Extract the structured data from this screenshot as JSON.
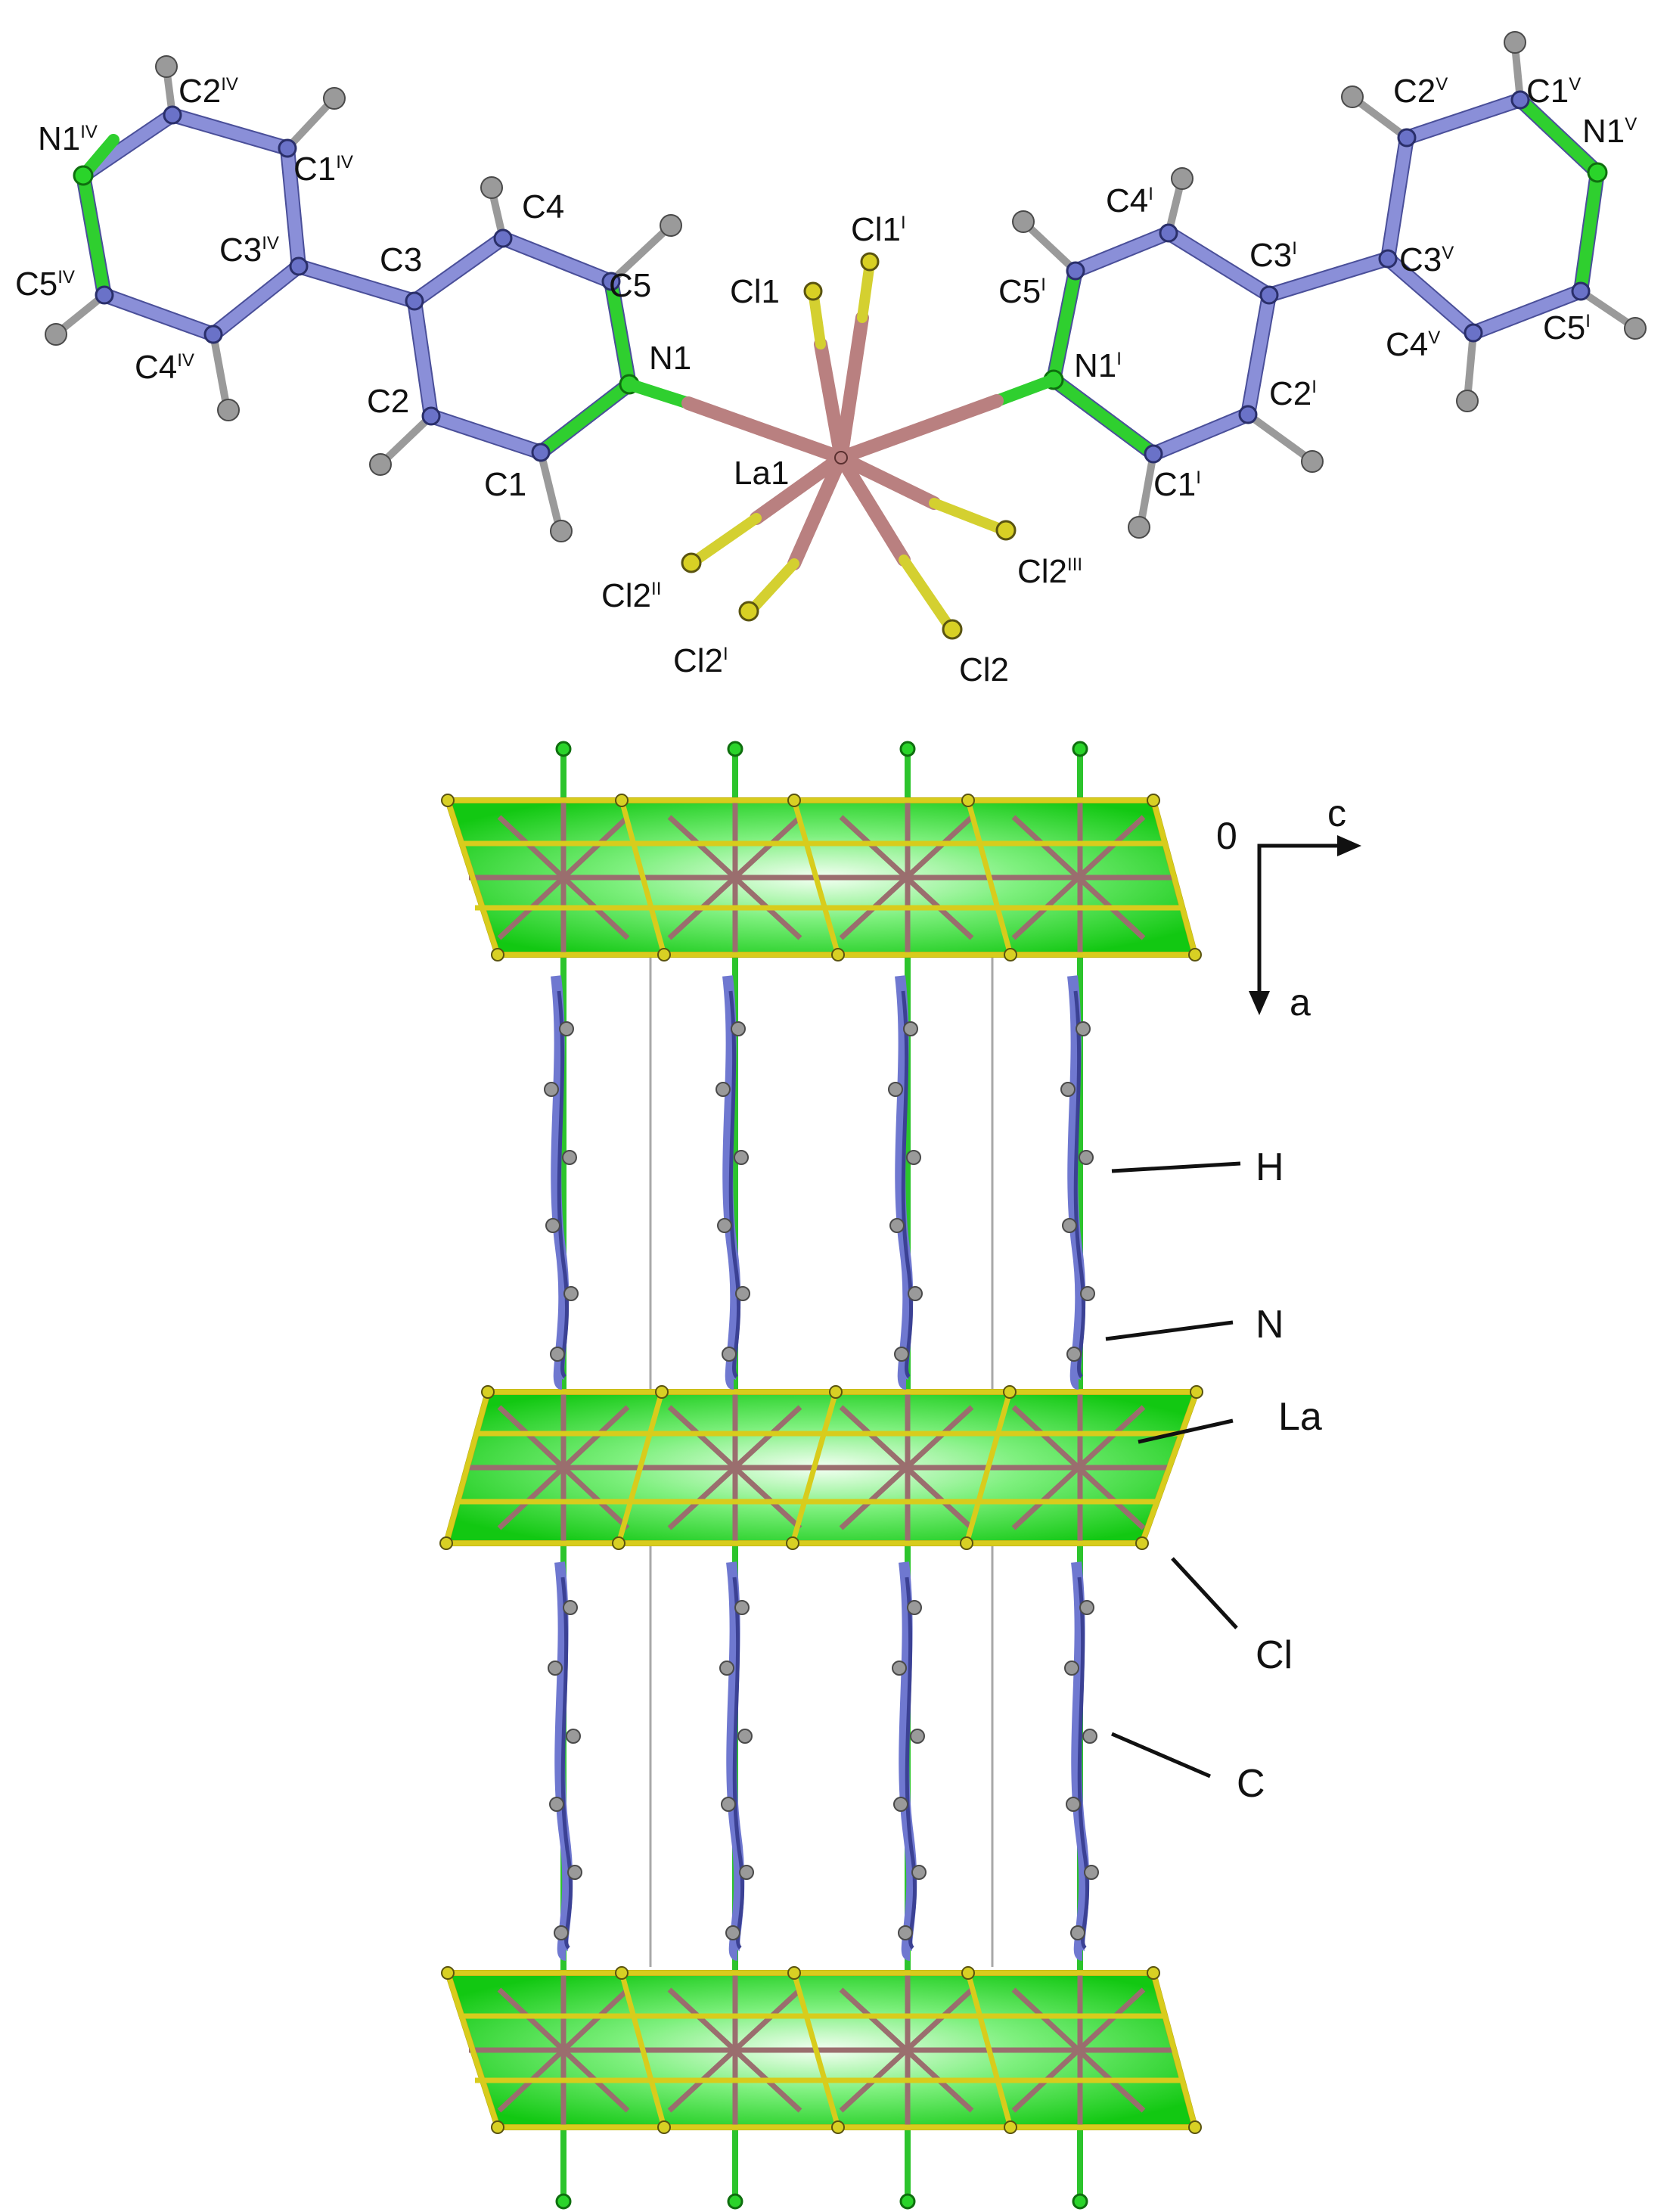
{
  "molecule_labels": {
    "N1_IV": {
      "base": "N1",
      "sup": "IV"
    },
    "C2_IV": {
      "base": "C2",
      "sup": "IV"
    },
    "C1_IV": {
      "base": "C1",
      "sup": "IV"
    },
    "C3_IV": {
      "base": "C3",
      "sup": "IV"
    },
    "C5_IV": {
      "base": "C5",
      "sup": "IV"
    },
    "C4_IV": {
      "base": "C4",
      "sup": "IV"
    },
    "C3": {
      "base": "C3",
      "sup": ""
    },
    "C4": {
      "base": "C4",
      "sup": ""
    },
    "C5": {
      "base": "C5",
      "sup": ""
    },
    "C2": {
      "base": "C2",
      "sup": ""
    },
    "C1": {
      "base": "C1",
      "sup": ""
    },
    "N1": {
      "base": "N1",
      "sup": ""
    },
    "La1": {
      "base": "La1",
      "sup": ""
    },
    "Cl1": {
      "base": "Cl1",
      "sup": ""
    },
    "Cl1_I": {
      "base": "Cl1",
      "sup": "I"
    },
    "Cl2_II": {
      "base": "Cl2",
      "sup": "II"
    },
    "Cl2_I": {
      "base": "Cl2",
      "sup": "I"
    },
    "Cl2": {
      "base": "Cl2",
      "sup": ""
    },
    "Cl2_III": {
      "base": "Cl2",
      "sup": "III"
    },
    "C4_I": {
      "base": "C4",
      "sup": "I"
    },
    "C5_I_inner": {
      "base": "C5",
      "sup": "I"
    },
    "C3_I": {
      "base": "C3",
      "sup": "I"
    },
    "N1_I": {
      "base": "N1",
      "sup": "I"
    },
    "C2_I": {
      "base": "C2",
      "sup": "I"
    },
    "C1_I": {
      "base": "C1",
      "sup": "I"
    },
    "C2_V": {
      "base": "C2",
      "sup": "V"
    },
    "C1_V": {
      "base": "C1",
      "sup": "V"
    },
    "N1_V": {
      "base": "N1",
      "sup": "V"
    },
    "C3_V": {
      "base": "C3",
      "sup": "V"
    },
    "C4_V": {
      "base": "C4",
      "sup": "V"
    },
    "C5_I_outer": {
      "base": "C5",
      "sup": "I"
    }
  },
  "axes": {
    "origin": "0",
    "horizontal": "c",
    "vertical": "a"
  },
  "atom_key": {
    "H": "H",
    "N": "N",
    "La": "La",
    "Cl": "Cl",
    "C": "C"
  },
  "colors": {
    "carbon": "#6a72c8",
    "nitrogen": "#2ad42a",
    "hydrogen": "#9a9a9a",
    "chlorine": "#d8d024",
    "lanthanum": "#b98080",
    "polyhedron": "#22dd22"
  }
}
